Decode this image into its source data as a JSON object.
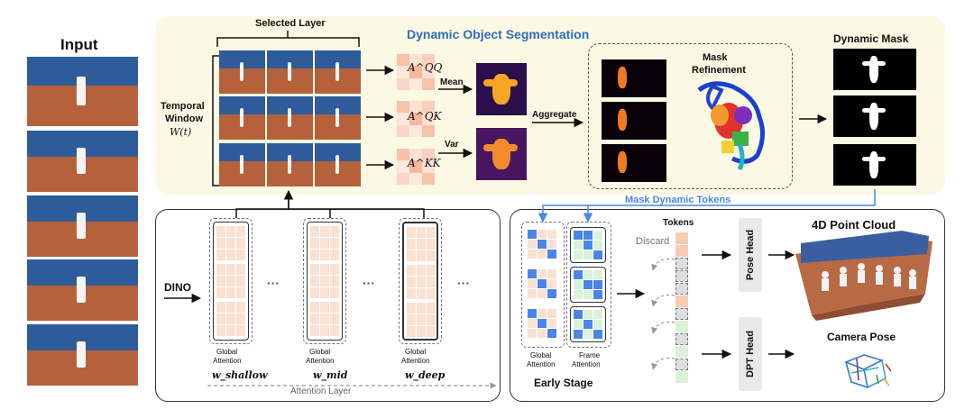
{
  "input": {
    "title": "Input",
    "frame_count": 5
  },
  "segmentation": {
    "title": "Dynamic Object Segmentation",
    "selected_layer": "Selected Layer",
    "temporal_window_line1": "Temporal",
    "temporal_window_line2": "Window",
    "temporal_window_symbol": "W(t)",
    "aqq": "A^QQ",
    "aqk": "A^QK",
    "akk": "A^KK",
    "mean": "Mean",
    "var": "Var",
    "aggregate": "Aggregate",
    "mask_refinement_line1": "Mask",
    "mask_refinement_line2": "Refinement",
    "dynamic_mask": "Dynamic Mask",
    "mask_dynamic_tokens": "Mask Dynamic Tokens"
  },
  "dino": {
    "label": "DINO",
    "ellipsis": "···",
    "columns": [
      {
        "line1": "Global",
        "line2": "Attention",
        "weight": "w_shallow"
      },
      {
        "line1": "Global",
        "line2": "Attention",
        "weight": "w_mid"
      },
      {
        "line1": "Global",
        "line2": "Attention",
        "weight": "w_deep"
      }
    ],
    "attention_layer": "Attention Layer"
  },
  "early": {
    "tokens": "Tokens",
    "discard": "Discard",
    "global_line1": "Global",
    "global_line2": "Attention",
    "frame_line1": "Frame",
    "frame_line2": "Attention",
    "stage": "Early Stage",
    "pose_head": "Pose Head",
    "dpt_head": "DPT Head",
    "point_cloud": "4D Point Cloud",
    "camera_pose": "Camera Pose"
  },
  "colors": {
    "accent_blue": "#4a86e8",
    "title_blue": "#2f6fba",
    "attn_pink": "#fbe1d2",
    "token_green": "#d9f2d9",
    "panel_yellow": "#fbf8e4"
  }
}
